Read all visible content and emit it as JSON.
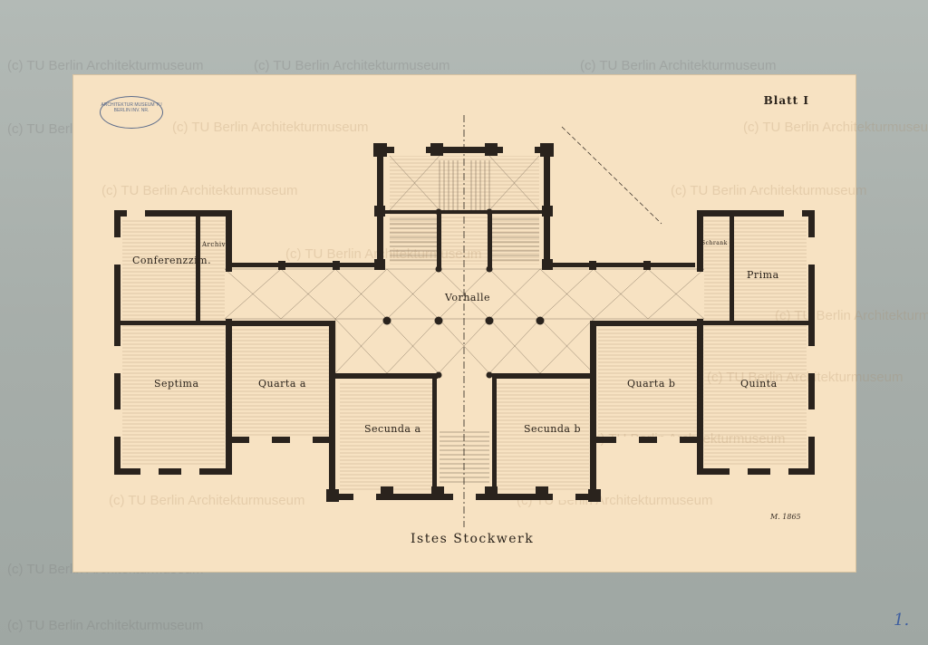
{
  "sheet": {
    "sheet_label": "Blatt I",
    "floor_title": "stes Stockwerk",
    "floor_title_prefix": "I",
    "signature": "M. 1865",
    "stamp_lettering": "ARCHITEKTUR MUSEUM TU BERLIN INV. NR.",
    "pencil_number": "1."
  },
  "watermark": {
    "text": "(c) TU Berlin Architekturmuseum"
  },
  "rooms": {
    "conferenz": "Conferenzzim.",
    "archiv": "Archiv",
    "septima": "Septima",
    "quarta_a": "Quarta a",
    "vorhalle": "Vorhalle",
    "secunda_a": "Secunda a",
    "secunda_b": "Secunda b",
    "quarta_b": "Quarta b",
    "quinta": "Quinta",
    "schrank": "Schrank",
    "prima": "Prima"
  },
  "colors": {
    "paper": "#f7e2c2",
    "wall": "#2a231d",
    "mount": "#a9b1ad",
    "hatch": "#b49a7a"
  }
}
